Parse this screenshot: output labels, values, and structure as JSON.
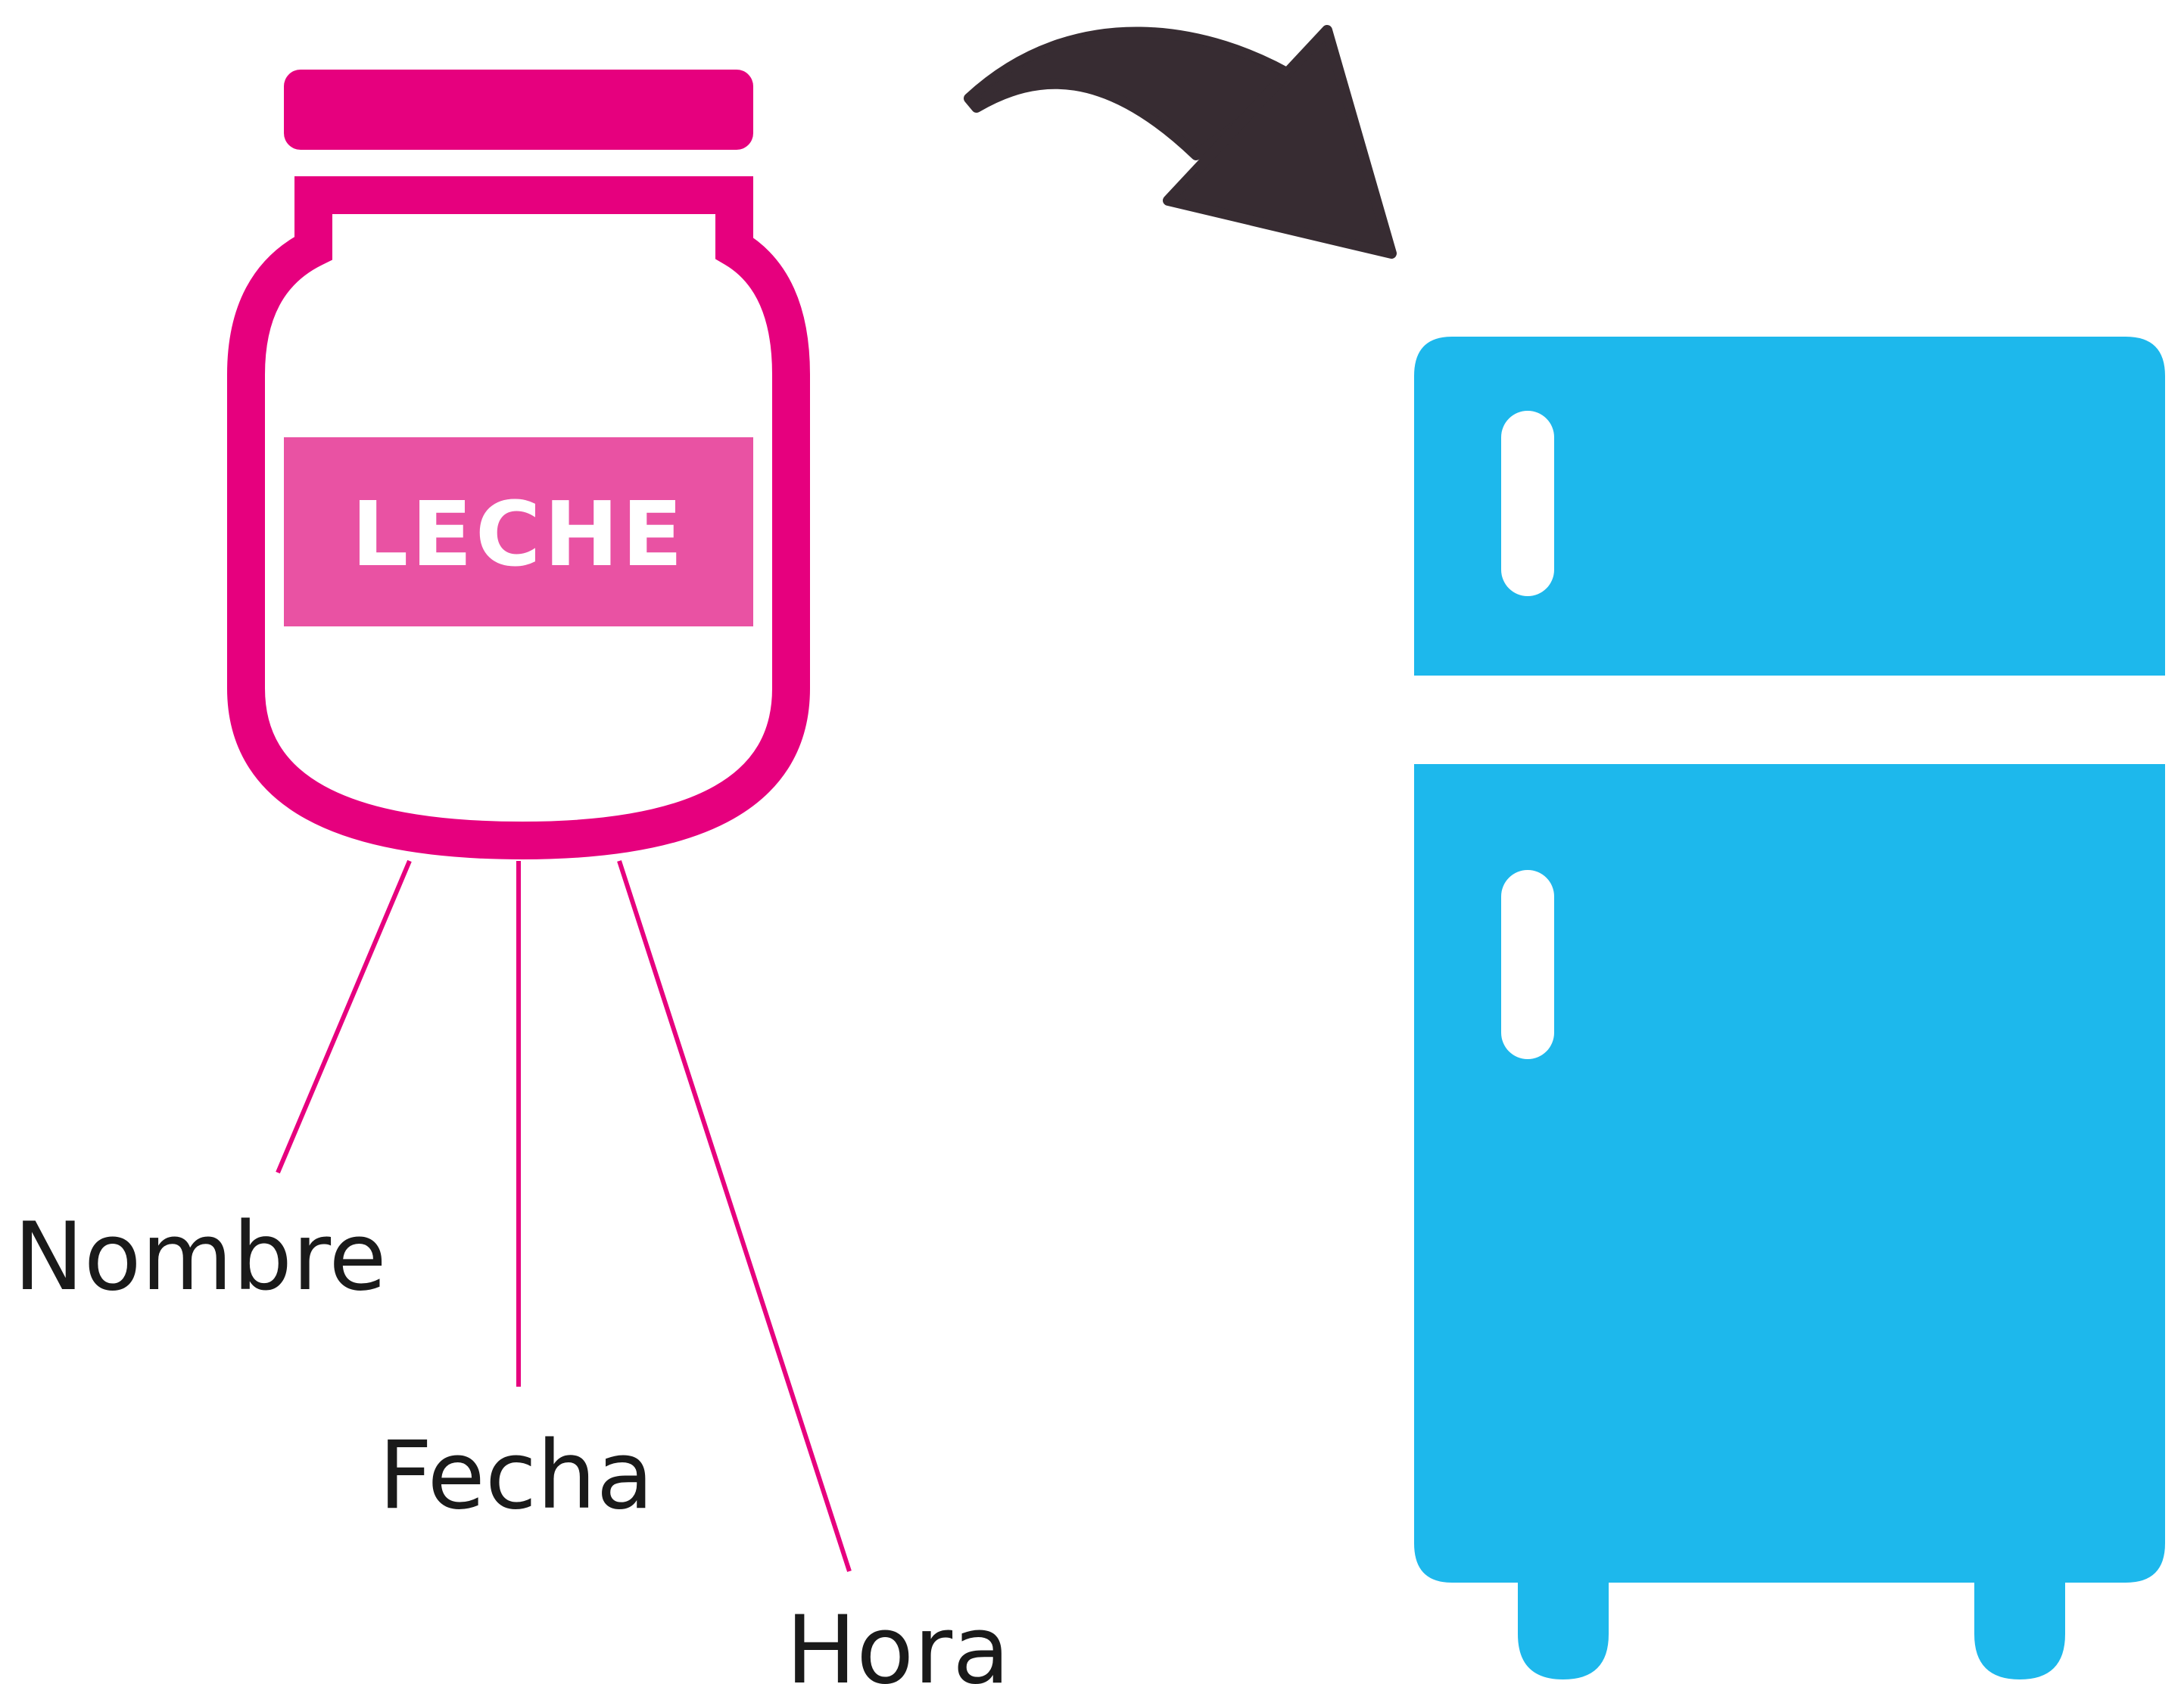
{
  "jar": {
    "label": "LECHE",
    "colors": {
      "outline": "#e6007e",
      "label_fill": "#e952a3",
      "label_text": "#ffffff"
    }
  },
  "callouts": [
    {
      "text": "Nombre"
    },
    {
      "text": "Fecha"
    },
    {
      "text": "Hora"
    }
  ],
  "callout_colors": {
    "line": "#e6007e",
    "text": "#1a1a1a"
  },
  "arrow": {
    "icon": "curved-arrow-icon",
    "color": "#372c32"
  },
  "fridge": {
    "icon": "refrigerator-icon",
    "color": "#1db8ec"
  }
}
